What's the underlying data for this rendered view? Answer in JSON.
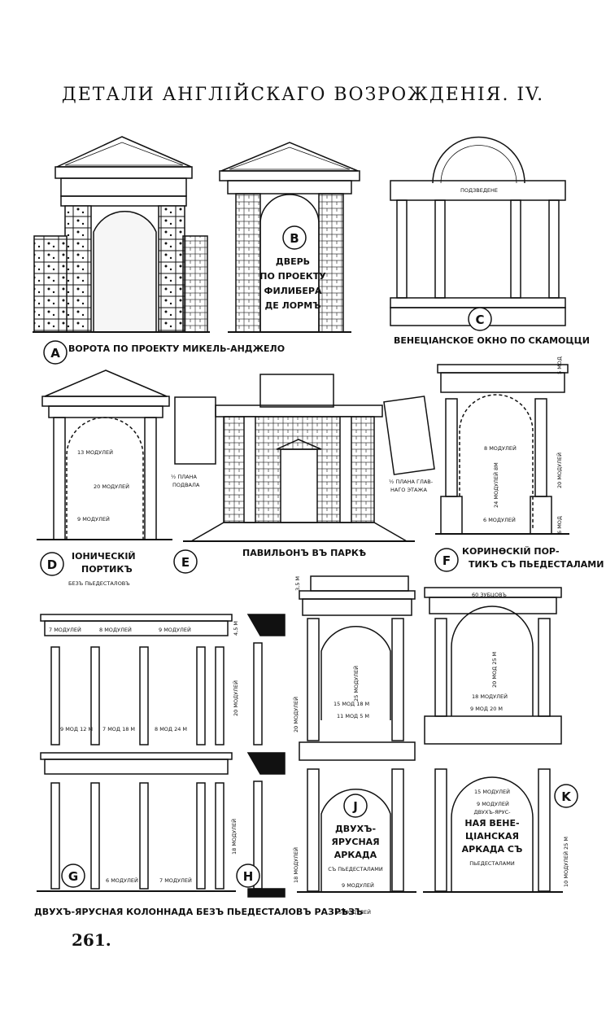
{
  "plate": {
    "title": "ДЕТАЛИ АНГЛІЙСКАГО ВОЗРОЖДЕНІЯ. IV.",
    "page_number": "261."
  },
  "figures": {
    "A": {
      "letter": "A",
      "caption": "ВОРОТА ПО ПРОЕКТУ МИКЕЛЬ-АНДЖЕЛО"
    },
    "B": {
      "letter": "B",
      "lines": [
        "ДВЕРЬ",
        "ПО ПРОЕКТУ",
        "ФИЛИБЕРА",
        "ДЕ ЛОРМЪ"
      ]
    },
    "C": {
      "letter": "C",
      "caption": "ВЕНЕЦІАНСКОЕ ОКНО ПО СКАМОЦЦИ",
      "note": "ПОДЗВЕДЕНЕ"
    },
    "D": {
      "letter": "D",
      "lines": [
        "ІОНИЧЕСКІЙ",
        "ПОРТИКЪ",
        "БЕЗЪ ПЬЕДЕСТАЛОВЪ"
      ],
      "dims": [
        "13 МОДУЛЕЙ",
        "20 МОДУЛЕЙ",
        "9 МОДУЛЕЙ"
      ]
    },
    "E": {
      "letter": "E",
      "caption": "ПАВИЛЬОНЪ ВЪ ПАРКѢ",
      "plan_left": [
        "½ ПЛАНА",
        "ПОДВАЛА"
      ],
      "plan_right": [
        "½ ПЛАНА ГЛАВ-",
        "НАГО ЭТАЖА"
      ]
    },
    "F": {
      "letter": "F",
      "lines": [
        "КОРИНѲСКІЙ ПОР-",
        "ТИКЪ СЪ ПЬЕДЕСТАЛАМИ"
      ],
      "dims": [
        "5 МОД",
        "20 МОДУЛЕЙ",
        "6 МОД",
        "8 МОДУЛЕЙ",
        "24 МОДУЛЕЙ 8М",
        "6 МОДУЛЕЙ"
      ]
    },
    "G": {
      "letter": "G",
      "dims": [
        "7 МОДУЛЕЙ",
        "8 МОДУЛЕЙ",
        "9 МОДУЛЕЙ",
        "4,5 М",
        "20 МОДУЛЕЙ",
        "9 МОД 12 М",
        "7 МОД 18 М",
        "8 МОД 24 М",
        "18 МОДУЛЕЙ",
        "6 МОДУЛЕЙ",
        "7 МОДУЛЕЙ"
      ]
    },
    "H": {
      "letter": "H"
    },
    "J": {
      "letter": "J",
      "lines": [
        "ДВУХЪ-",
        "ЯРУСНАЯ",
        "АРКАДА",
        "СЪ ПЬЕДЕСТАЛАМИ"
      ],
      "dims": [
        "3,5 М",
        "20 МОДУЛЕЙ",
        "25 МОДУЛЕЙ",
        "15 МОД 18 М",
        "11 МОД 5 М",
        "18 МОДУЛЕЙ",
        "9 МОДУЛЕЙ",
        "15 МОДУЛЕЙ"
      ]
    },
    "K": {
      "letter": "K",
      "lines": [
        "ДВУХЪ-ЯРУС-",
        "НАЯ ВЕНЕ-",
        "ЦІАНСКАЯ",
        "АРКАДА СЪ",
        "ПЬЕДЕСТАЛАМИ"
      ],
      "dims": [
        "60 ЗУБЦОВЪ",
        "20 МОД 25 М",
        "18 МОДУЛЕЙ",
        "9 МОД 20 М",
        "15 МОДУЛЕЙ",
        "9 МОДУЛЕЙ",
        "10 МОДУЛЕЙ 25 М"
      ]
    },
    "bottom_caption": {
      "text": "ДВУХЪ-ЯРУСНАЯ КОЛОННАДА БЕЗЪ ПЬЕДЕСТАЛОВЪ   РАЗРѢЗЪ"
    }
  }
}
